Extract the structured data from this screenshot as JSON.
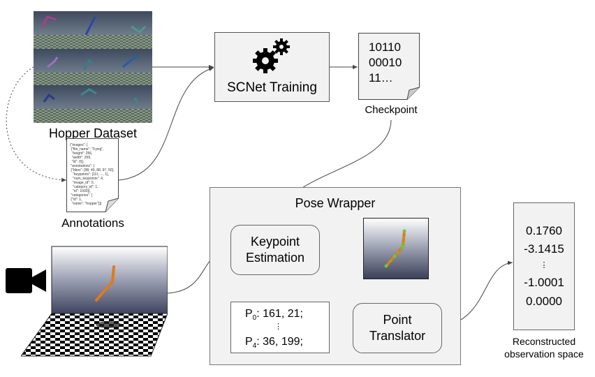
{
  "dataset": {
    "label": "Hopper Dataset"
  },
  "annotations": {
    "label": "Annotations",
    "json_text": "{\"images\": [\n {\"file_name\": \"0.png\",\n  \"height\": 256,\n  \"width\": 256,\n  \"id\": 0}],\n \"annotations\": [\n {\"bbox\": [98, 40, 88, 97, 50],\n   \"keypoints\": [111, ..., 1],\n   \"num_keypoints\": 4,\n   \"image_id\": 0,\n   \"category_id\": 1,\n   \"id\": 1000}],\n \"categories\": [\n {\"id\": 1,\n  \"name\": \"hopper\"}]}"
  },
  "training": {
    "label": "SCNet Training"
  },
  "checkpoint": {
    "label": "Checkpoint",
    "line1": "10110",
    "line2": "00010",
    "line3": "11…"
  },
  "pose_wrapper": {
    "title": "Pose Wrapper",
    "keypoint_line1": "Keypoint",
    "keypoint_line2": "Estimation",
    "points": {
      "p0_prefix": "P",
      "p0_sub": "0",
      "p0_value": ": 161, 21;",
      "dots": "⋮",
      "p4_prefix": "P",
      "p4_sub": "4",
      "p4_value": ": 36, 199;"
    },
    "translator_line1": "Point",
    "translator_line2": "Translator"
  },
  "observation": {
    "values": [
      "0.1760",
      "-3.1415",
      "⋮",
      "-1.0001",
      "0.0000"
    ],
    "label_line1": "Reconstructed",
    "label_line2": "observation space"
  },
  "icons": [
    "gears-icon",
    "video-camera-icon",
    "document-icon"
  ]
}
